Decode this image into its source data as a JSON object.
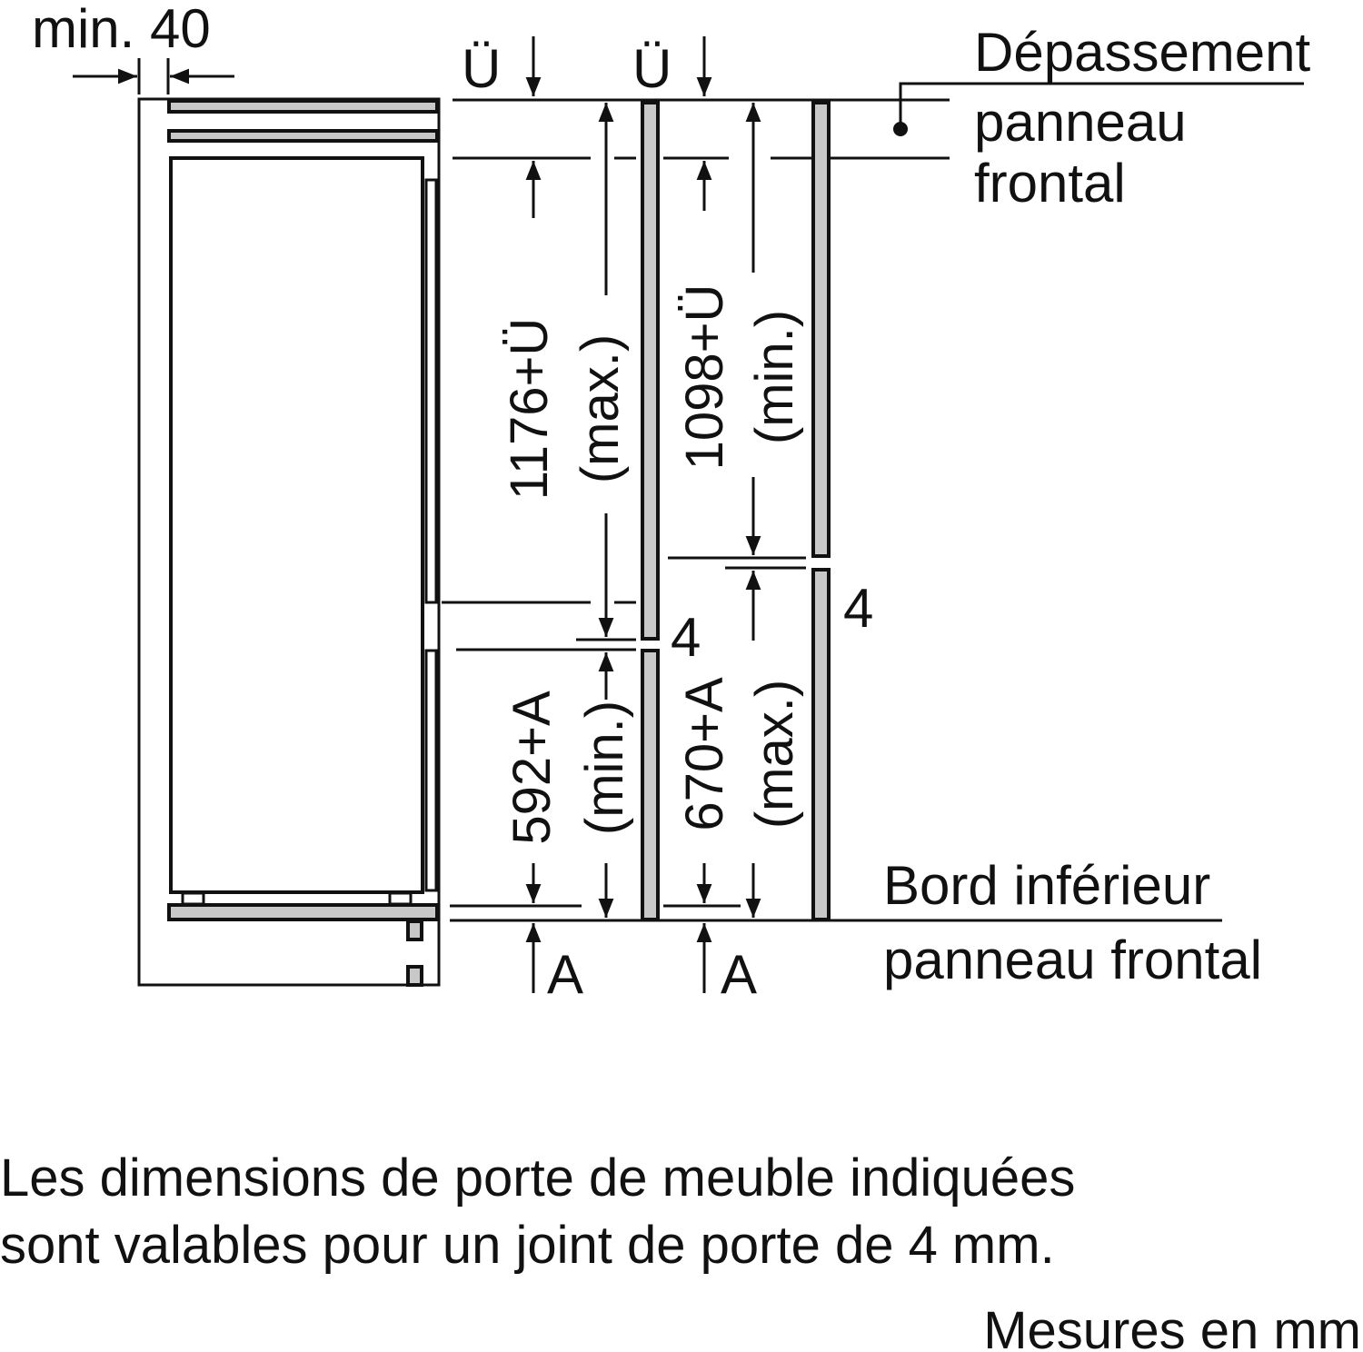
{
  "labels": {
    "min_gap": "min. 40",
    "u_marker": "Ü",
    "a_marker": "A",
    "gap_4": "4",
    "overhang_line1": "Dépassement",
    "overhang_line2": "panneau",
    "overhang_line3": "frontal",
    "bottom_edge_line1": "Bord inférieur",
    "bottom_edge_line2": "panneau frontal"
  },
  "dimensions": {
    "upper_max_value": "1176+Ü",
    "upper_max_qualifier": "(max.)",
    "upper_min_value": "1098+Ü",
    "upper_min_qualifier": "(min.)",
    "lower_min_value": "592+A",
    "lower_min_qualifier": "(min.)",
    "lower_max_value": "670+A",
    "lower_max_qualifier": "(max.)"
  },
  "footer": {
    "note_line1": "Les dimensions de porte de meuble indiquées",
    "note_line2": "sont valables pour un joint de porte de 4 mm.",
    "units": "Mesures en mm"
  },
  "colors": {
    "line": "#111111",
    "panel_fill": "#c8c8c8"
  }
}
